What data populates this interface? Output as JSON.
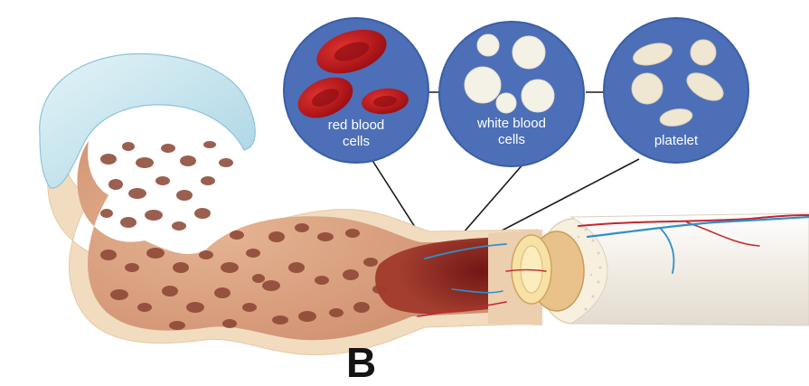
{
  "diagram": {
    "labels": {
      "red_blood_cells": "red blood\ncells",
      "white_blood_cells": "white blood\ncells",
      "platelet": "platelet"
    },
    "title_fragment": "B"
  },
  "colors": {
    "background": "#ffffff",
    "circle_fill": "#4c6fb7",
    "circle_rim": "#3b5ea5",
    "cartilage": "#c9e6ef",
    "bone_outer": "#f2dcc0",
    "spongy_fill": "#d49a7c",
    "spongy_pores": "#7b3b2a",
    "marrow": "#8e1f1c",
    "red_cell": "#c1171d",
    "white_cell": "#f4f1e6",
    "platelet": "#efe7d2",
    "artery": "#c1272d",
    "vein": "#2f90c9",
    "connector_line": "#1a1a1a",
    "shaft": "#f3efe9"
  },
  "icons": {
    "red_cells": "red-blood-cell-icon",
    "white_cells": "white-blood-cell-icon",
    "platelets": "platelet-icon"
  }
}
